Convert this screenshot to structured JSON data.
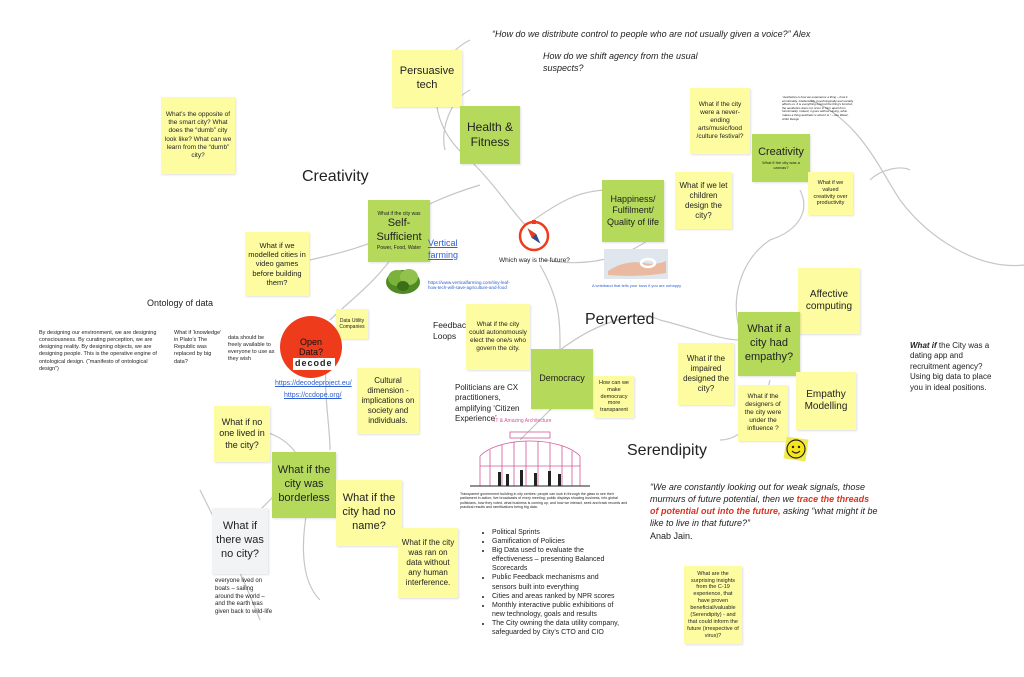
{
  "headings": {
    "creativity": "Creativity",
    "perverted": "Perverted",
    "serendipity": "Serendipity",
    "ontology": "Ontology of data",
    "feedback_loops": "Feedback Loops"
  },
  "quotes": {
    "alex": "“How do we distribute control to people who are not usually given a voice?” Alex",
    "agency": "How do we shift agency from the usual suspects?",
    "anab_1": "“We are constantly looking out for weak signals, those murmurs of future potential, then we",
    "anab_2": "trace the threads of potential out into the future,",
    "anab_3": "asking “what might it be like to live in that future?”",
    "anab_4": "Anab Jain.",
    "dating_what_if": "What if",
    "dating_rest": "the City was a dating app and recruitment agency? Using big data to place you in ideal positions.",
    "ontology_text": "By designing our environment, we are designing consciousness. By curating perception, we are designing reality. By designing objects, we are designing people. This is the operative engine of ontological design. (“manifesto of ontological design”)",
    "knowledge": "What if ‘knowledge’ in Plato’s The Republic was replaced by big data?",
    "data_free": "data should be freely available to everyone to use as they wish",
    "politicians": "Politicians are CX practitioners, amplifying ‘Citizen Experience’",
    "boats": "everyone lived on boats – sailing around the world – and the earth was given back to wild-life",
    "compass_caption": "Which way is the future?",
    "aesthetics": "“Aesthetics is how we experience a thing – how it emotionally, intellectually, psychologically and socially affects us. It is everything beyond the thing’s function; the aesthetics does not occur in form apart from functionality. Indeed, it goes without saying, what makes a thing aesthetic is what it is.” – Ilse Weisz, Artful Design",
    "vertical_url": "https://www.verticalfarming.com/tiny-leaf-how-tech-will-save-agriculture-and-food",
    "hand_caption": "A wristband that tells your boss if you are unhappy",
    "parliament_caption": "Transparent government building in city centres: people can look in through the glass to see their parliament in action; live broadcasts of every meeting; public displays showing business, info global politicians, how they voted, what business is coming up, and how we interact, seek and track records and practical results and ramifications being big data."
  },
  "links": {
    "vertical_farming": "Vertical farming",
    "decode_1": "https://decodeproject.eu/",
    "decode_2": "https://ccdope.org/",
    "amazing_architecture": "IT & Amazing Architecture"
  },
  "notes": {
    "opposite_smart": "What’s the opposite of the smart city? What does the “dumb” city look like? What can we learn from the “dumb” city?",
    "persuasive_tech": "Persuasive tech",
    "health_fitness": "Health & Fitness",
    "happiness": "Happiness/ Fulfilment/ Quality of life",
    "children_design": "What if we let children design the city?",
    "never_ending": "What if the city were a never-ending arts/music/food /culture festival?",
    "creativity_note": "Creativity",
    "city_canvas": "What if the city was a canvas?",
    "valued_creativity": "What if we valued creativity over productivity",
    "self_sufficient_q": "What if the city was",
    "self_sufficient": "Self-Sufficient",
    "self_sufficient_sub": "Power, Food, Water",
    "video_games": "What if we modelled cities in video games before building them?",
    "data_utility": "Data Utility Companies",
    "autonomously": "What if the city could autonomously elect the one/s who govern the city.",
    "democracy": "Democracy",
    "make_democracy": "How can we make democracy more transparent",
    "affective": "Affective computing",
    "empathy": "What if a city had empathy?",
    "empathy_modelling": "Empathy Modelling",
    "impaired": "What if the impaired designed the city?",
    "designers_influence": "What if the designers of the city were under the influence ?",
    "cultural": "Cultural dimension - implications on society and individuals.",
    "no_one_lived": "What if no one lived in the city?",
    "borderless": "What if the city was borderless",
    "no_name": "What if the city had no name?",
    "ran_on_data": "What if the city was ran on data without any human interference.",
    "no_city": "What if there was no city?",
    "surprising": "What are the surprising insights from the C-19 experience, that have proven beneficial/valuable (Serendipity) - and that could inform the future (irrespective of virus)?",
    "open_data": "Open Data?",
    "decode_logo": "decode"
  },
  "bullets": [
    "Political Sprints",
    "Gamification of Policies",
    "Big Data used to evaluate the effectiveness – presenting Balanced Scorecards",
    "Public Feedback mechanisms and sensors built into everything",
    "Cities and areas ranked by NPR scores",
    "Monthly interactive public exhibitions of new technology, goals and results",
    "The City owning the data utility company, safeguarded by City’s CTO and CIO"
  ],
  "colors": {
    "sticky_yellow": "#fdfca0",
    "sticky_green": "#b4d95b",
    "sticky_white": "#f2f3f4",
    "connector": "#c6c6c6",
    "highlight_red": "#d8331f",
    "open_data_circle": "#ee3b1c",
    "link_blue": "#2f5fd0"
  },
  "icons": [
    "compass-icon",
    "smiley-icon",
    "lettuce-icon",
    "hand-icon",
    "parliament-icon"
  ]
}
